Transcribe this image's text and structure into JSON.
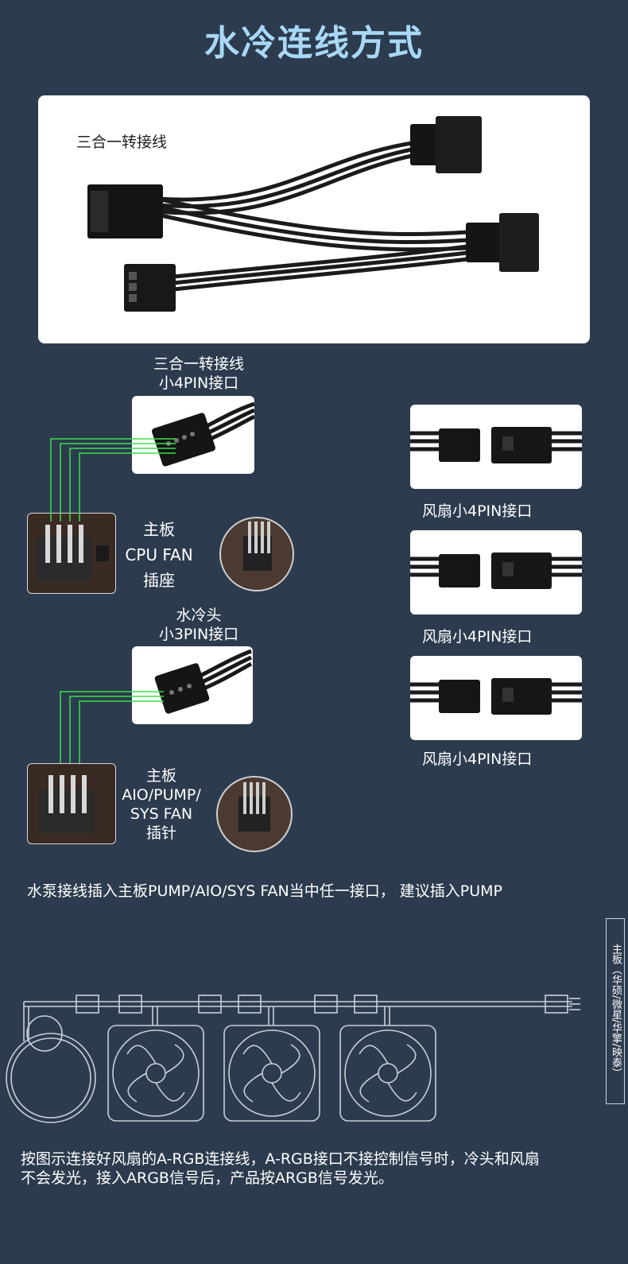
{
  "title": "水冷连线方式",
  "hero": {
    "label": "三合一转接线"
  },
  "adapter_4pin": {
    "line1": "三合一转接线",
    "line2": "小4PIN接口"
  },
  "cpu_header": {
    "line1": "主板",
    "line2": "CPU FAN",
    "line3": "插座"
  },
  "pump_3pin": {
    "line1": "水冷头",
    "line2": "小3PIN接口"
  },
  "pump_header": {
    "line1": "主板",
    "line2": "AIO/PUMP/",
    "line3": "SYS FAN",
    "line4": "插针"
  },
  "fan_connectors": [
    {
      "caption": "风扇小4PIN接口"
    },
    {
      "caption": "风扇小4PIN接口"
    },
    {
      "caption": "风扇小4PIN接口"
    }
  ],
  "pump_note": "水泵接线插入主板PUMP/AIO/SYS FAN当中任一接口， 建议插入PUMP",
  "mb_vertical_label": "主板（华硕/微星/华擎/映泰）",
  "argb_note_line1": "按图示连接好风扇的A-RGB连接线，A-RGB接口不接控制信号时，冷头和风扇",
  "argb_note_line2": "不会发光，接入ARGB信号后，产品按ARGB信号发光。",
  "colors": {
    "background": "#2c3b4e",
    "title": "#a8d8f5",
    "wire_green": "#39e04a"
  }
}
